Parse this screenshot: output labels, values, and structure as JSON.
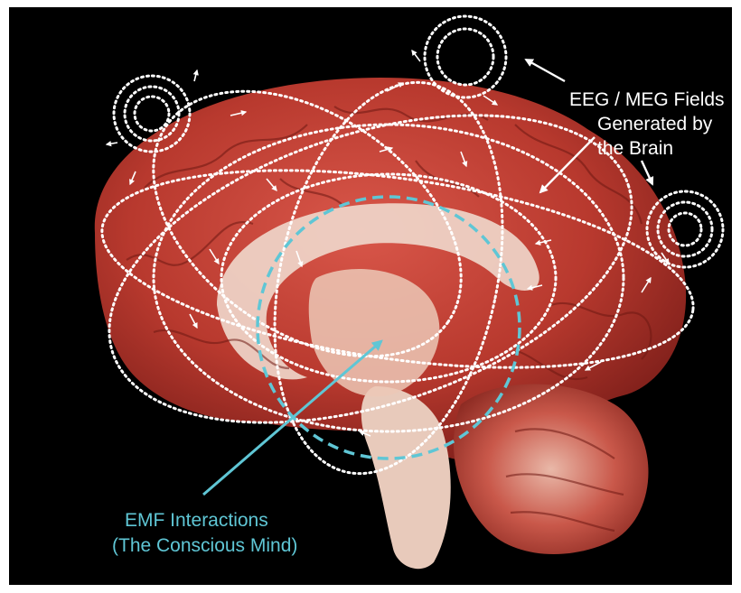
{
  "annotations": {
    "eeg_line1": "EEG / MEG Fields",
    "eeg_line2": "Generated by",
    "eeg_line3": "the Brain",
    "emf_line1": "EMF Interactions",
    "emf_line2": "(The Conscious Mind)"
  },
  "colors": {
    "background": "#000000",
    "brain_tissue": "#b8392e",
    "white_matter": "#f0d8cc",
    "field_lines": "#ffffff",
    "emf_highlight": "#5fc6d5"
  }
}
